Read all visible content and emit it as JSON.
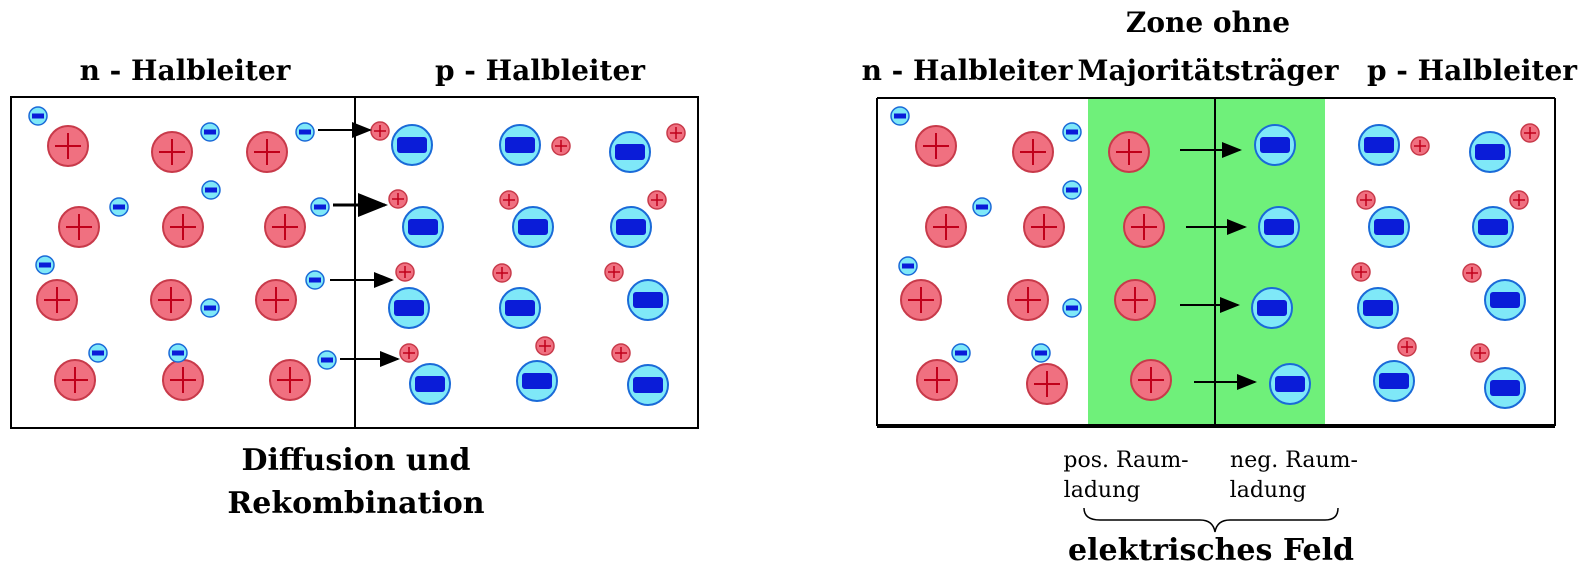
{
  "left_panel": {
    "n_label": "n - Halbleiter",
    "p_label": "p - Halbleiter",
    "caption_line1": "Diffusion und",
    "caption_line2": "Rekombination"
  },
  "right_panel": {
    "zone_line1": "Zone ohne",
    "zone_line2": "Majoritätsträger",
    "n_label": "n - Halbleiter",
    "p_label": "p - Halbleiter",
    "pos_line1": "pos. Raum-",
    "pos_line2": "ladung",
    "neg_line1": "neg. Raum-",
    "neg_line2": "ladung",
    "field_label": "elektrisches Feld"
  },
  "colors": {
    "positive_ion": "#f07080",
    "negative_ion_fill": "#7fe8f8",
    "negative_ion_core": "#0a1cd8",
    "depletion_zone": "#6ff07a",
    "border": "#000000"
  }
}
